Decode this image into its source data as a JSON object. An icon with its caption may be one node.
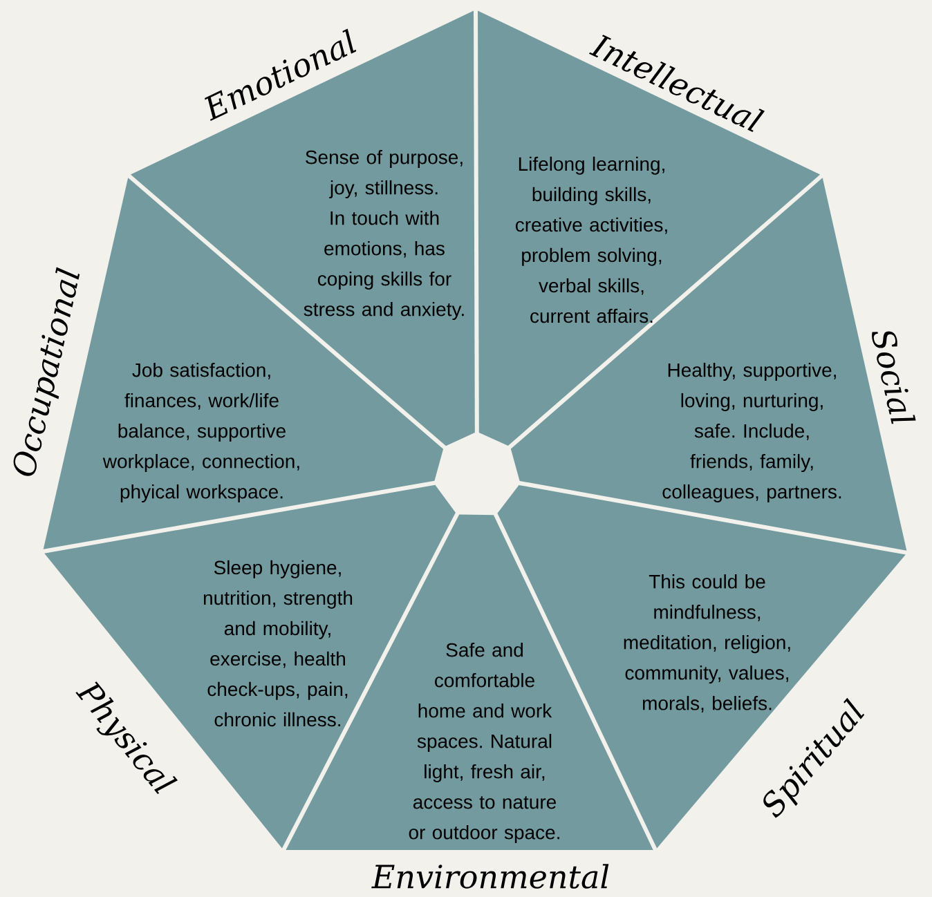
{
  "diagram": {
    "nodes": [
      {
        "text": [
          "Emotional",
          "Sense of purpose, joy, stillness. In touch with emotions, has coping skills for stress and anxiety."
        ]
      },
      {
        "text": [
          "Intellectual",
          "Lifelong learning, building skills, creative activities, problem solving, verbal skills, current affairs."
        ]
      },
      {
        "text": [
          "Social",
          "Healthy, supportive, loving, nurturing, safe. Include, friends, family, colleagues, partners."
        ]
      },
      {
        "text": [
          "Spiritual",
          "This could be mindfulness, meditation, religion, community, values, morals, beliefs."
        ]
      },
      {
        "text": [
          "Safe and comfortable home and work spaces. Natural light, fresh air, access to nature or outdoor space.",
          "Environmental"
        ]
      },
      {
        "text": [
          "Physical",
          "Sleep hygiene, nutrition, strength and mobility, exercise, health check-ups, pain, chronic illness."
        ]
      },
      {
        "text": [
          "Occupational",
          "Job satisfaction, finances, work/life balance, supportive workplace, connection, phyical workspace."
        ]
      }
    ]
  }
}
